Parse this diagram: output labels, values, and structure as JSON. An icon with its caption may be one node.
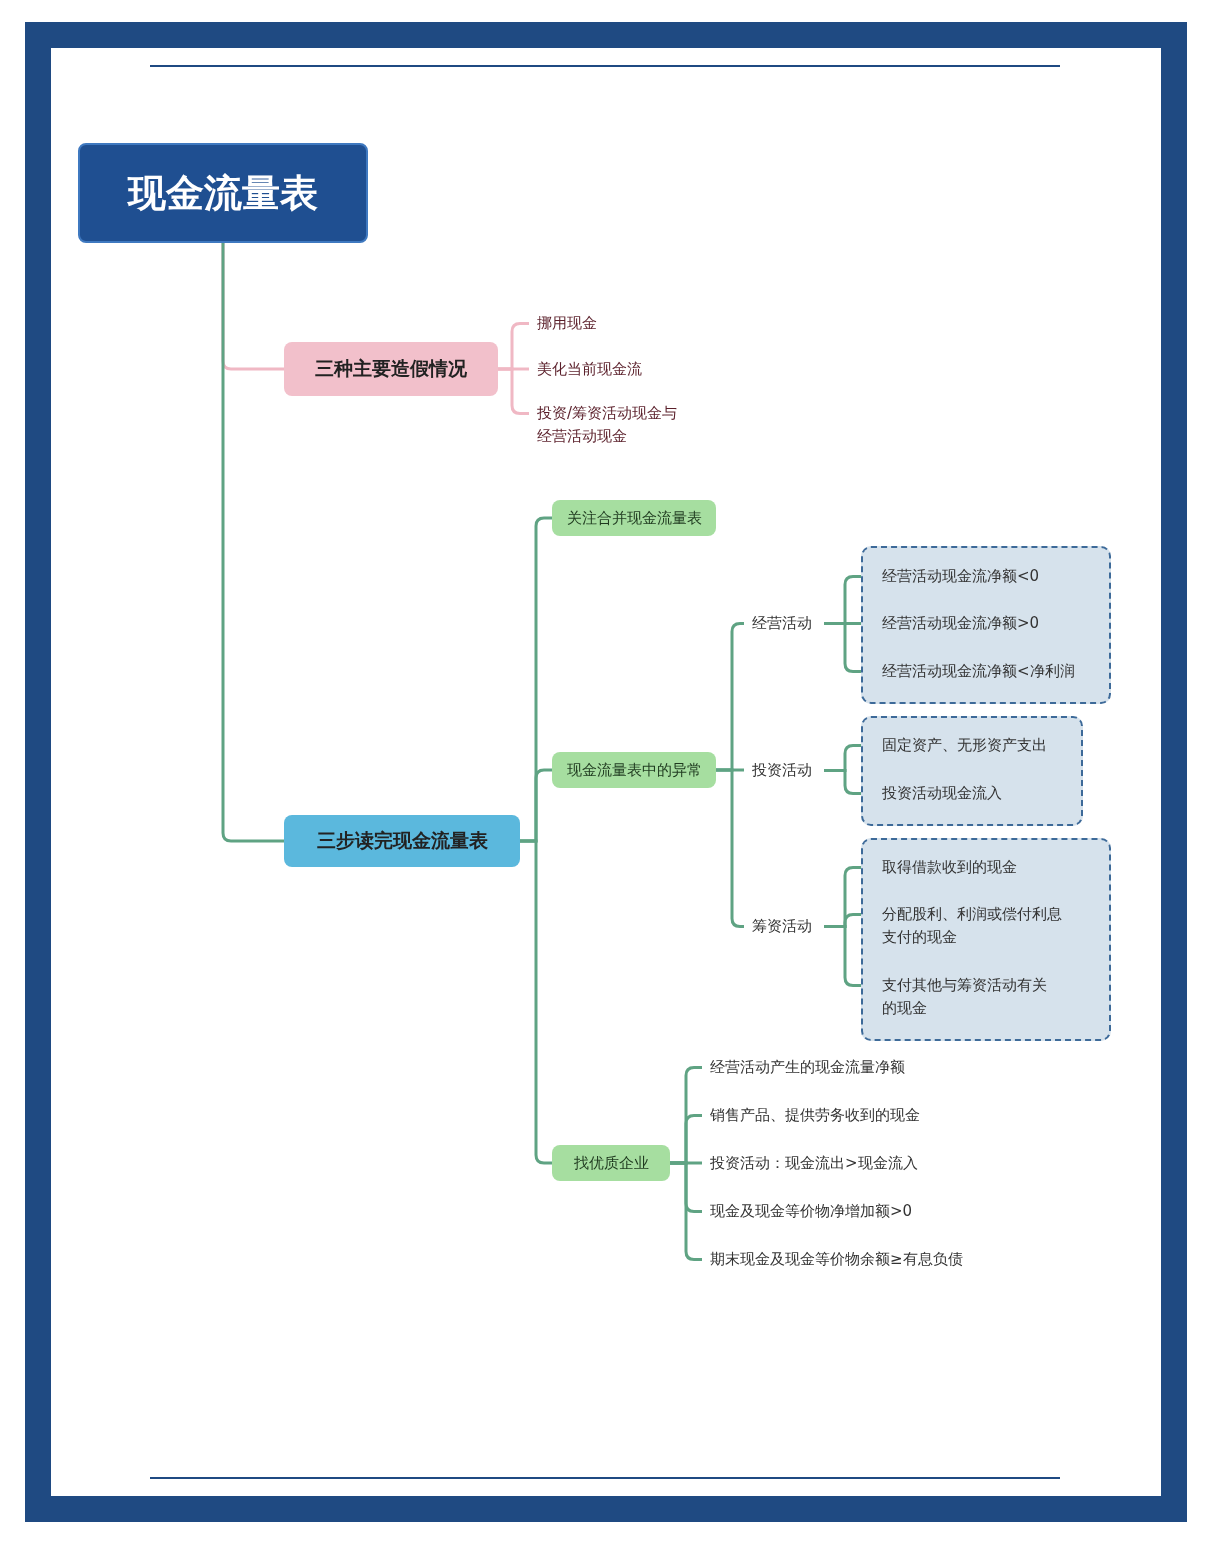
{
  "diagram": {
    "nodes": [
      {
        "text": [
          "现金流量表"
        ]
      },
      {
        "text": [
          "三种主要造假情况"
        ]
      },
      {
        "text": [
          "挪用现金"
        ]
      },
      {
        "text": [
          "美化当前现金流"
        ]
      },
      {
        "text": [
          "投资/筹资活动现金与经营活动现金"
        ]
      },
      {
        "text": [
          "三步读完现金流量表"
        ]
      },
      {
        "text": [
          "关注合并现金流量表"
        ]
      },
      {
        "text": [
          "现金流量表中的异常"
        ]
      },
      {
        "text": [
          "经营活动"
        ]
      },
      {
        "text": [],
        "shape": "box"
      },
      {
        "text": [
          "经营活动现金流净额<0"
        ],
        "in": 9
      },
      {
        "text": [
          "经营活动现金流净额>0"
        ],
        "in": 9
      },
      {
        "text": [
          "经营活动现金流净额<净利润"
        ],
        "in": 9
      },
      {
        "text": [
          "投资活动"
        ]
      },
      {
        "text": [],
        "shape": "box"
      },
      {
        "text": [
          "固定资产、无形资产支出"
        ],
        "in": 14
      },
      {
        "text": [
          "投资活动现金流入"
        ],
        "in": 14
      },
      {
        "text": [
          "筹资活动"
        ]
      },
      {
        "text": [],
        "shape": "box"
      },
      {
        "text": [
          "取得借款收到的现金"
        ],
        "in": 18
      },
      {
        "text": [
          "分配股利、利润或偿付利息支付的现金"
        ],
        "in": 18
      },
      {
        "text": [
          "支付其他与筹资活动有关的现金"
        ],
        "in": 18
      },
      {
        "text": [
          "找优质企业"
        ]
      },
      {
        "text": [
          "经营活动产生的现金流量净额"
        ]
      },
      {
        "text": [
          "销售产品、提供劳务收到的现金"
        ]
      },
      {
        "text": [
          "投资活动：现金流出>现金流入"
        ]
      },
      {
        "text": [
          "现金及现金等价物净增加额>0"
        ]
      },
      {
        "text": [
          "期末现金及现金等价物余额≥有息负债"
        ]
      }
    ],
    "edges": [
      {
        "from": 0,
        "to": 1,
        "arrow": "none",
        "color": "#f0b8c4"
      },
      {
        "from": 0,
        "to": 5,
        "arrow": "none"
      },
      {
        "from": 1,
        "to": 2,
        "arrow": "none",
        "color": "#f0b8c4"
      },
      {
        "from": 1,
        "to": 3,
        "arrow": "none",
        "color": "#f0b8c4"
      },
      {
        "from": 1,
        "to": 4,
        "arrow": "none",
        "color": "#f0b8c4"
      },
      {
        "from": 5,
        "to": 6,
        "arrow": "none"
      },
      {
        "from": 5,
        "to": 7,
        "arrow": "none"
      },
      {
        "from": 5,
        "to": 22,
        "arrow": "none"
      },
      {
        "from": 7,
        "to": 8,
        "arrow": "none"
      },
      {
        "from": 7,
        "to": 13,
        "arrow": "none"
      },
      {
        "from": 7,
        "to": 17,
        "arrow": "none"
      },
      {
        "from": 8,
        "to": 10,
        "arrow": "none"
      },
      {
        "from": 8,
        "to": 11,
        "arrow": "none"
      },
      {
        "from": 8,
        "to": 12,
        "arrow": "none"
      },
      {
        "from": 13,
        "to": 15,
        "arrow": "none"
      },
      {
        "from": 13,
        "to": 16,
        "arrow": "none"
      },
      {
        "from": 17,
        "to": 19,
        "arrow": "none"
      },
      {
        "from": 17,
        "to": 20,
        "arrow": "none"
      },
      {
        "from": 17,
        "to": 21,
        "arrow": "none"
      },
      {
        "from": 22,
        "to": 23,
        "arrow": "none"
      },
      {
        "from": 22,
        "to": 24,
        "arrow": "none"
      },
      {
        "from": 22,
        "to": 25,
        "arrow": "none"
      },
      {
        "from": 22,
        "to": 26,
        "arrow": "none"
      },
      {
        "from": 22,
        "to": 27,
        "arrow": "none"
      }
    ]
  }
}
